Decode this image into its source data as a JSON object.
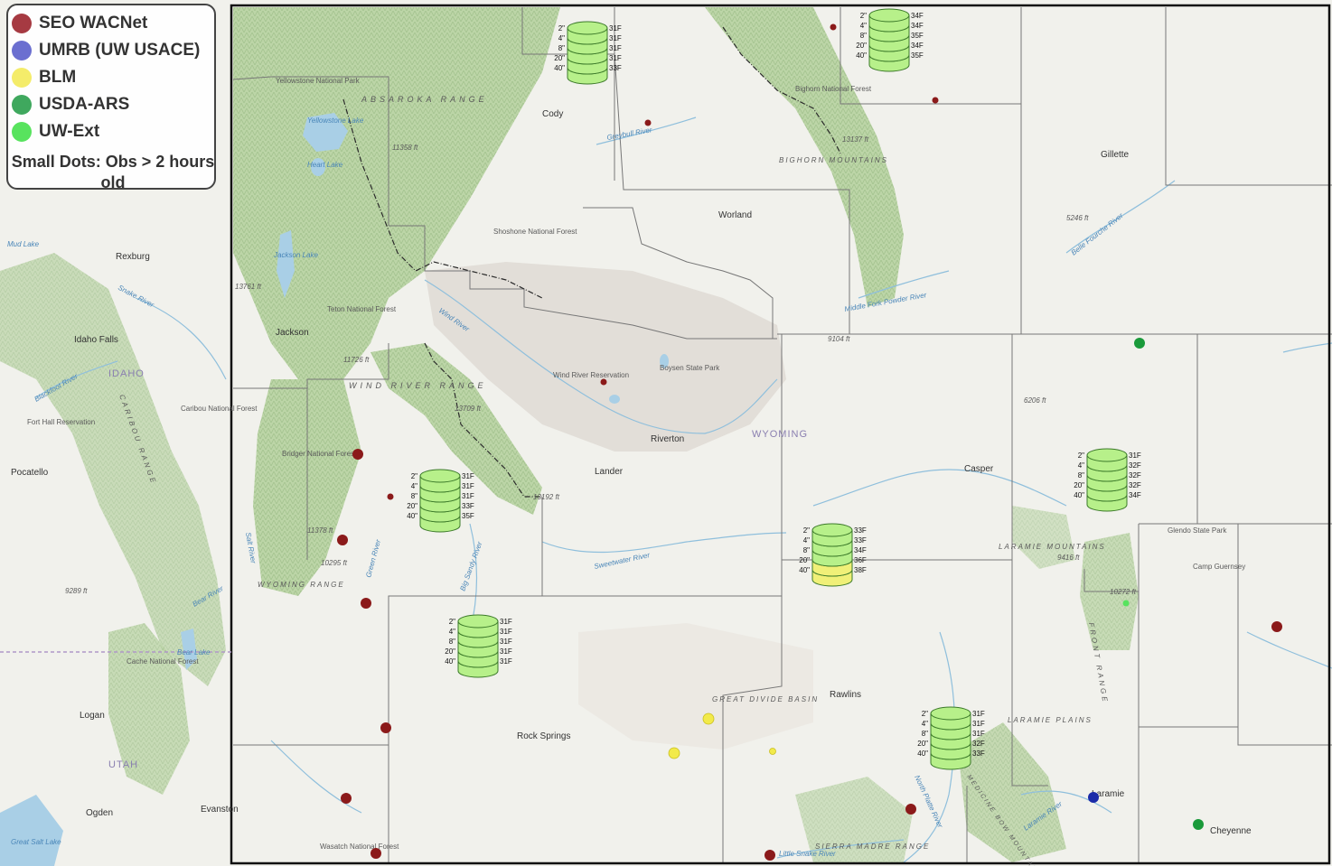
{
  "legend": {
    "items": [
      {
        "label": "SEO WACNet",
        "color": "#a63a42"
      },
      {
        "label": "UMRB (UW USACE)",
        "color": "#6b6fd0"
      },
      {
        "label": "BLM",
        "color": "#f4ec6a"
      },
      {
        "label": "USDA-ARS",
        "color": "#3fa85e"
      },
      {
        "label": "UW-Ext",
        "color": "#58e35e"
      }
    ],
    "note": "Small Dots: Obs > 2 hours old"
  },
  "colors": {
    "forest": "#b9d3a4",
    "plain": "#f1f1ec",
    "basin": "#e2ded8",
    "water": "#a9cfe6",
    "boundary": "#6c6c6c",
    "cylinder_fill": "#b7f08a",
    "cylinder_yellow": "#f0f078"
  },
  "map_labels": {
    "places": {
      "cody": "Cody",
      "worland": "Worland",
      "gillette": "Gillette",
      "jackson": "Jackson",
      "riverton": "Riverton",
      "lander": "Lander",
      "casper": "Casper",
      "rawlins": "Rawlins",
      "rock_springs": "Rock Springs",
      "laramie": "Laramie",
      "cheyenne": "Cheyenne",
      "rexburg": "Rexburg",
      "idaho_falls": "Idaho Falls",
      "pocatello": "Pocatello",
      "logan": "Logan",
      "ogden": "Ogden",
      "evanston": "Evanston",
      "wyoming": "WYOMING",
      "idaho": "IDAHO",
      "utah": "UTAH"
    },
    "features": {
      "absaroka": "ABSAROKA RANGE",
      "bighorn": "BIGHORN MOUNTAINS",
      "wind_river": "WIND RIVER RANGE",
      "wyoming_range": "WYOMING RANGE",
      "laramie_mtns": "LARAMIE MOUNTAINS",
      "great_divide": "GREAT DIVIDE BASIN",
      "laramie_plains": "LARAMIE PLAINS",
      "sierra_madre": "SIERRA MADRE RANGE",
      "caribou_range": "CARIBOU RANGE",
      "front_range": "FRONT RANGE",
      "medicine_bow": "MEDICINE BOW MOUNTAINS",
      "yellowstone_lake": "Yellowstone Lake",
      "heart_lake": "Heart Lake",
      "jackson_lake": "Jackson Lake",
      "wind_river_res": "Wind River Reservation",
      "boysen": "Boysen State Park",
      "bighorn_nf": "Bighorn National Forest",
      "shoshone_nf": "Shoshone National Forest",
      "teton_nf": "Teton National Forest",
      "bridger_nf": "Bridger National Forest",
      "caribou_nf": "Caribou National Forest",
      "cache_nf": "Cache National Forest",
      "wasatch_nf": "Wasatch National Forest",
      "fort_hall": "Fort Hall Reservation",
      "glendo": "Glendo State Park",
      "camp_guernsey": "Camp Guernsey",
      "mud_lake": "Mud Lake",
      "bear_lake": "Bear Lake",
      "great_salt_lake": "Great Salt Lake",
      "yellowstone_np": "Yellowstone National Park",
      "wind_river_rv": "Wind River",
      "sweetwater": "Sweetwater River",
      "powder": "Middle Fork Powder River",
      "belle_fourche": "Belle Fourche River",
      "greybull": "Greybull River",
      "snake_river": "Snake River",
      "blackfoot": "Blackfoot River",
      "north_platte": "North Platte River",
      "laramie_river": "Laramie River",
      "big_sandy": "Big Sandy River",
      "salt_river": "Salt River",
      "bear_river": "Bear River",
      "green_river": "Green River",
      "little_snake": "Little Snake River",
      "elev_11358": "11358 ft",
      "elev_13137": "13137 ft",
      "elev_5246": "5246 ft",
      "elev_13761": "13761 ft",
      "elev_11726": "11726 ft",
      "elev_13709": "13709 ft",
      "elev_13192": "13192 ft",
      "elev_9104": "9104 ft",
      "elev_6206": "6206 ft",
      "elev_11378": "11378 ft",
      "elev_10295": "10295 ft",
      "elev_9289": "9289 ft",
      "elev_9416": "9416 ft",
      "elev_10272": "10272 ft"
    }
  },
  "stations": [
    {
      "depths": [
        "2\"",
        "4\"",
        "8\"",
        "20\"",
        "40\""
      ],
      "temps": [
        "31F",
        "31F",
        "31F",
        "31F",
        "33F"
      ]
    },
    {
      "depths": [
        "2\"",
        "4\"",
        "8\"",
        "20\"",
        "40\""
      ],
      "temps": [
        "34F",
        "34F",
        "35F",
        "34F",
        "35F"
      ]
    },
    {
      "depths": [
        "2\"",
        "4\"",
        "8\"",
        "20\"",
        "40\""
      ],
      "temps": [
        "31F",
        "31F",
        "31F",
        "33F",
        "35F"
      ]
    },
    {
      "depths": [
        "2\"",
        "4\"",
        "8\"",
        "20\"",
        "40\""
      ],
      "temps": [
        "31F",
        "32F",
        "32F",
        "32F",
        "34F"
      ]
    },
    {
      "depths": [
        "2\"",
        "4\"",
        "8\"",
        "20\"",
        "40\""
      ],
      "temps": [
        "33F",
        "33F",
        "34F",
        "36F",
        "38F"
      ]
    },
    {
      "depths": [
        "2\"",
        "4\"",
        "8\"",
        "20\"",
        "40\""
      ],
      "temps": [
        "31F",
        "31F",
        "31F",
        "31F",
        "31F"
      ]
    },
    {
      "depths": [
        "2\"",
        "4\"",
        "8\"",
        "20\"",
        "40\""
      ],
      "temps": [
        "31F",
        "31F",
        "31F",
        "32F",
        "33F"
      ]
    }
  ]
}
